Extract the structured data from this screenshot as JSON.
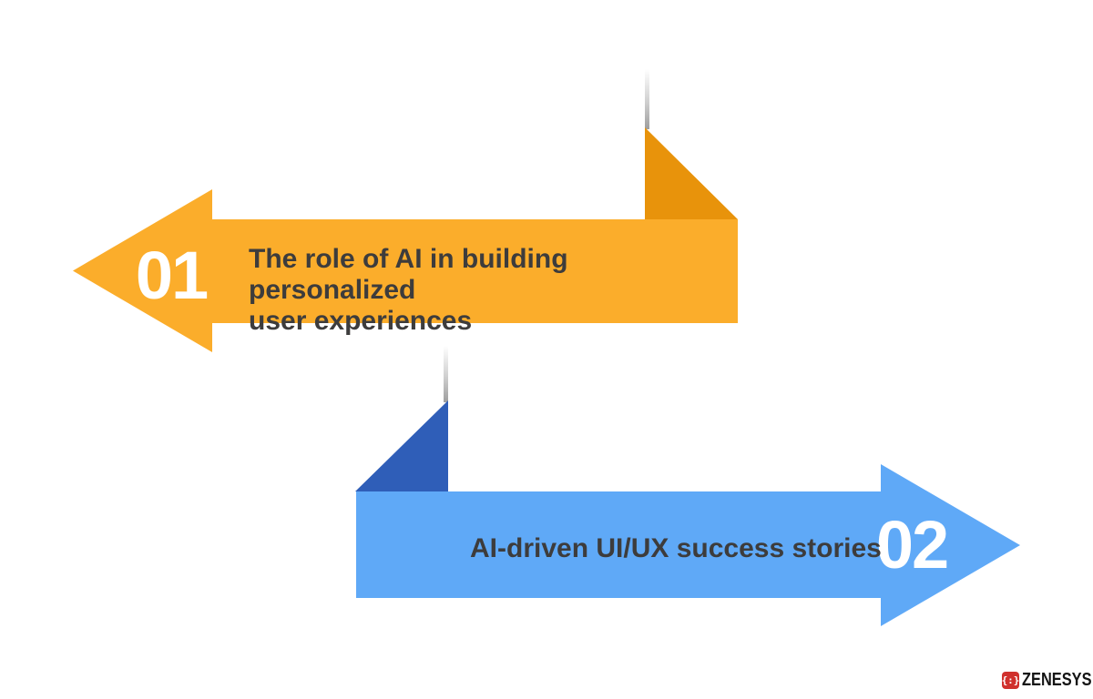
{
  "page": {
    "background": "#FFFFFF"
  },
  "steps": [
    {
      "number": "01",
      "title_lines": [
        "The role of AI in building personalized",
        "user experiences"
      ],
      "direction": "left",
      "color_main": "#FBAD2B",
      "color_fold": "#E8930B",
      "text_color": "#3D3C3C",
      "number_color": "#FFFFFF"
    },
    {
      "number": "02",
      "title_lines": [
        "AI-driven UI/UX success stories"
      ],
      "direction": "right",
      "color_main": "#5FA9F7",
      "color_fold": "#2F5EB8",
      "text_color": "#3D3C3C",
      "number_color": "#FFFFFF"
    }
  ],
  "logo": {
    "brand": "ZENESYS",
    "icon_glyph": "{:}",
    "icon_color": "#D0312D",
    "text_color": "#141414"
  }
}
